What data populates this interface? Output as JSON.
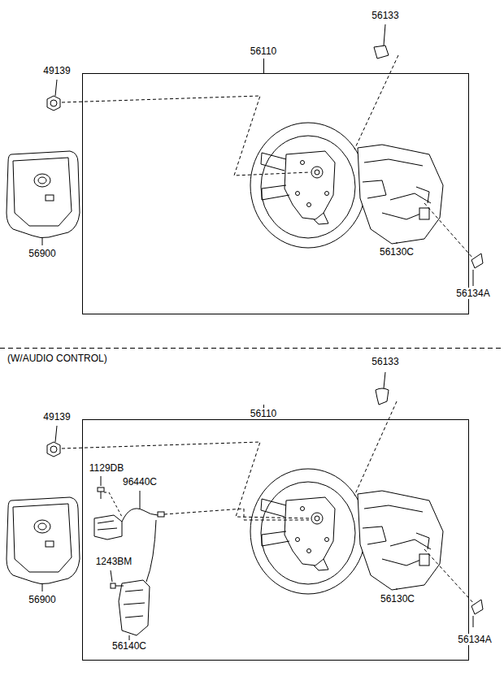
{
  "diagram": {
    "labels": [
      "56133",
      "49139",
      "56110",
      "56900",
      "56130C",
      "56134A",
      "(W/AUDIO CONTROL)",
      "56133",
      "56110",
      "49139",
      "1129DB",
      "96440C",
      "1243BM",
      "56900",
      "56130C",
      "56140C",
      "56134A"
    ]
  }
}
